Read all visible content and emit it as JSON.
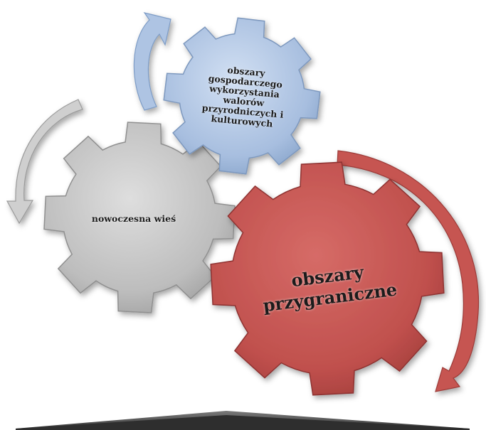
{
  "gears": [
    {
      "id": "blue",
      "label": "obszary\ngospodarczego\nwykorzystania\nwalorów\nprzyrodniczych i\nkulturowych",
      "color": "#a7bedf"
    },
    {
      "id": "gray",
      "label": "nowoczesna wieś",
      "color": "#bdbdbd"
    },
    {
      "id": "red",
      "label": "obszary\nprzygraniczne",
      "color": "#c0504d"
    }
  ],
  "arrow_colors": {
    "blue": "#aec4e3",
    "gray": "#cfcfcf",
    "red": "#c65451"
  },
  "base_color": "#555555"
}
